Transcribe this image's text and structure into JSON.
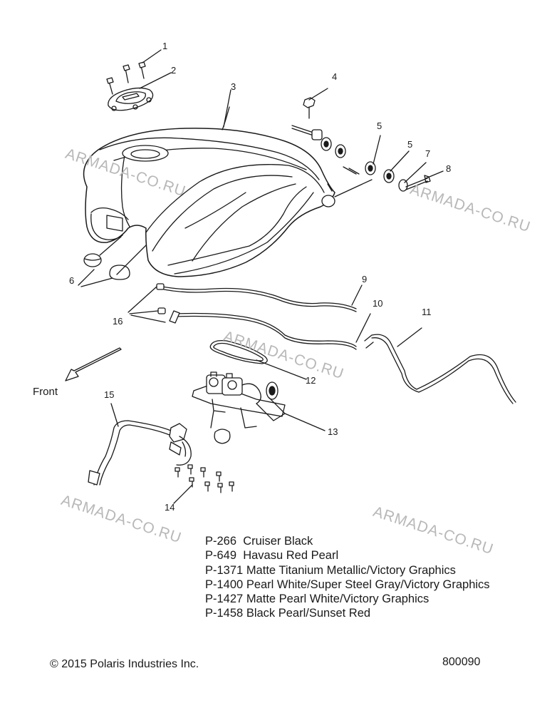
{
  "callouts": [
    "1",
    "2",
    "3",
    "4",
    "5",
    "5",
    "7",
    "8",
    "6",
    "9",
    "16",
    "10",
    "11",
    "12",
    "15",
    "13",
    "14"
  ],
  "front_label": "Front",
  "watermark_text": "ARMADA-CO.RU",
  "color_options": [
    {
      "code": "P-266",
      "name": "Cruiser Black"
    },
    {
      "code": "P-649",
      "name": "Havasu Red Pearl"
    },
    {
      "code": "P-1371",
      "name": "Matte Titanium Metallic/Victory Graphics"
    },
    {
      "code": "P-1400",
      "name": "Pearl White/Super Steel Gray/Victory Graphics"
    },
    {
      "code": "P-1427",
      "name": "Matte Pearl White/Victory Graphics"
    },
    {
      "code": "P-1458",
      "name": "Black Pearl/Sunset Red"
    }
  ],
  "copyright": "© 2015 Polaris Industries Inc.",
  "document_number": "800090",
  "colors": {
    "line": "#1a1a1a",
    "watermark": "#b8b8b8",
    "background": "#ffffff"
  }
}
